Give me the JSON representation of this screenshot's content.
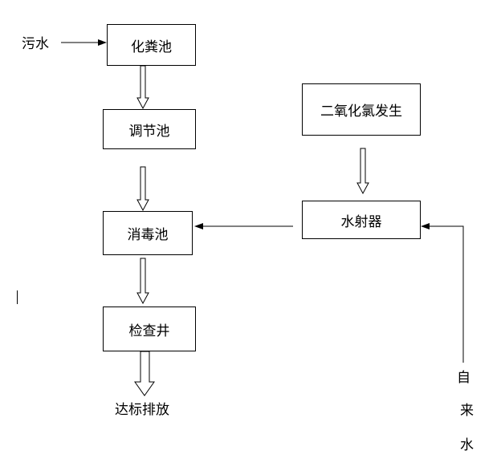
{
  "nodes": {
    "septic_tank": "化粪池",
    "regulating_tank": "调节池",
    "disinfection_tank": "消毒池",
    "inspection_well": "检查井",
    "chlorine_dioxide_generator": "二氧化氯发生",
    "water_ejector": "水射器"
  },
  "labels": {
    "sewage": "污水",
    "discharge": "达标排放",
    "tap_water": [
      "自",
      "来",
      "水"
    ]
  }
}
